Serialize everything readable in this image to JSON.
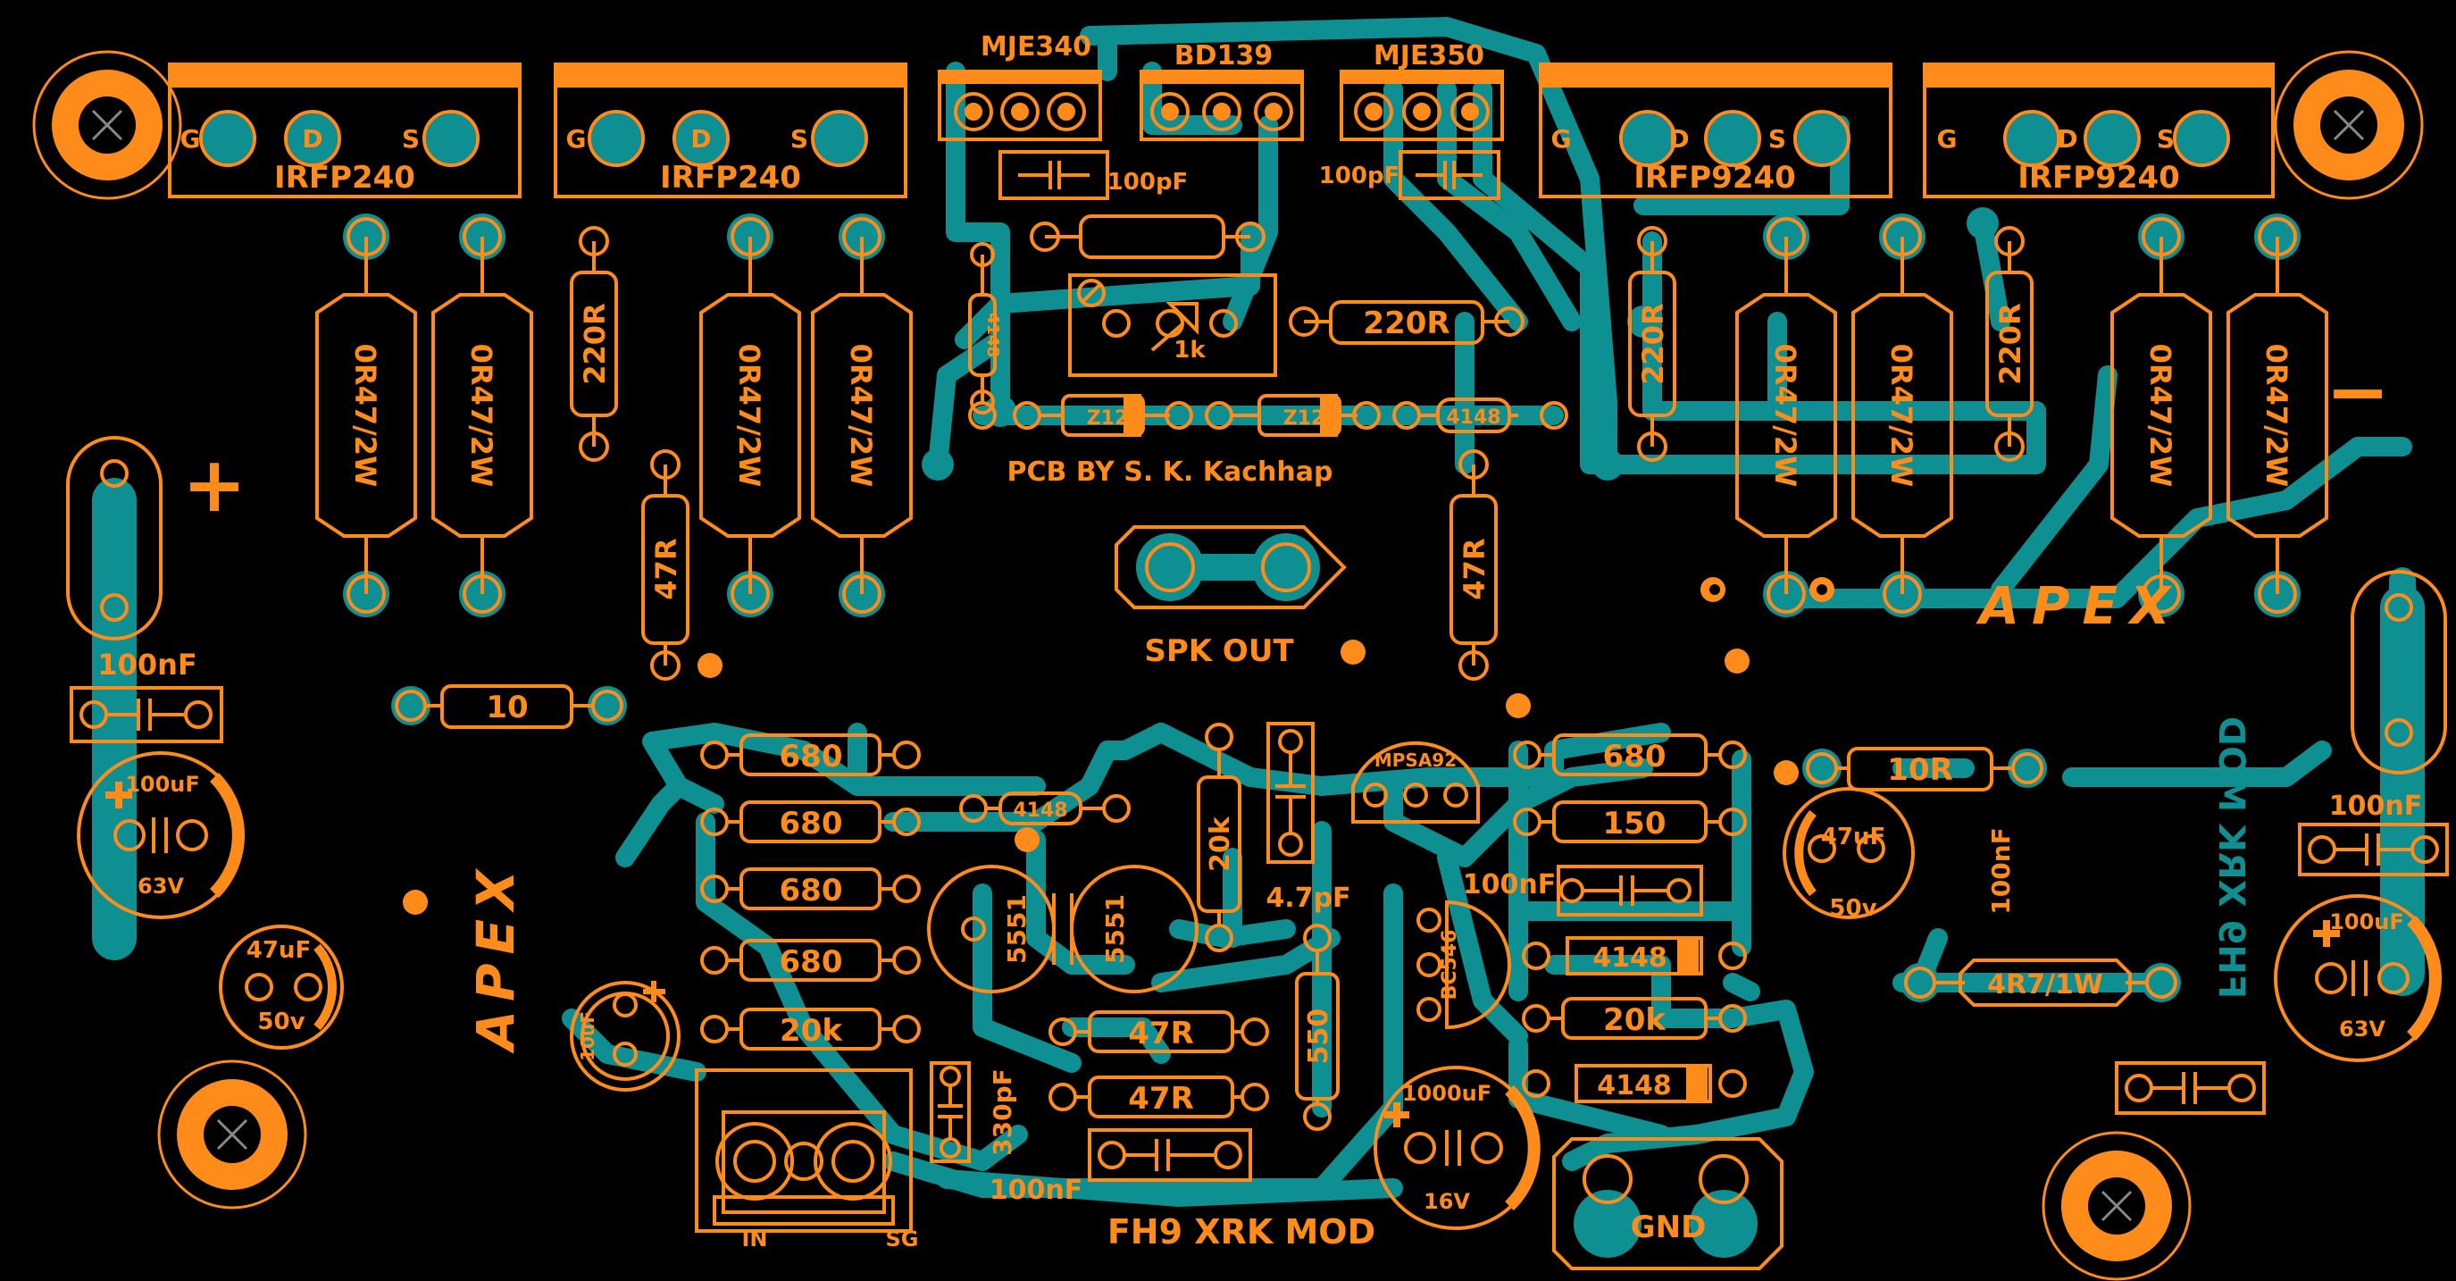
{
  "board": {
    "silk_color": "#ff8c1a",
    "copper_color": "#0e8f92",
    "background": "#000000"
  },
  "transistor_labels": {
    "q1": "IRFP240",
    "q2": "IRFP240",
    "q3": "IRFP9240",
    "q4": "IRFP9240",
    "mje340": "MJE340",
    "bd139": "BD139",
    "mje350": "MJE350"
  },
  "pin_labels": {
    "g": "G",
    "d": "D",
    "s": "S"
  },
  "resistors": {
    "r_0r47": "0R47/2W",
    "r_220r": "220R",
    "r_47r": "47R",
    "r_6k8": "6k8",
    "r_1k": "1k",
    "r_10": "10",
    "r_680": "680",
    "r_20k": "20k",
    "r_150": "150",
    "r_550": "550",
    "r_10r": "10R",
    "r_4r7": "4R7/1W"
  },
  "capacitors": {
    "c_100pf": "100pF",
    "c_100nf": "100nF",
    "c_100uf": "100uF",
    "c_63v": "63V",
    "c_47uf": "47uF",
    "c_50v_low": "50v",
    "c_50v": "50v",
    "c_10uf": "10uF",
    "c_330pf": "330pF",
    "c_47pf": "4.7pF",
    "c_1000uf": "1000uF",
    "c_16v": "16V"
  },
  "diodes": {
    "d4148": "4148",
    "z12": "Z12"
  },
  "small_transistors": {
    "mpsa92": "MPSA92",
    "bc546": "BC546",
    "q5551": "5551"
  },
  "labels": {
    "plus": "+",
    "minus": "−",
    "spk_out": "SPK OUT",
    "gnd": "GND",
    "in": "IN",
    "sg": "SG",
    "pcb_credit": "PCB BY S. K. Kachhap",
    "title_bottom": "FH9  XRK MOD",
    "title_side": "FH9  XRK MOD",
    "apex_right": "APEX",
    "apex_left": "APEX"
  }
}
